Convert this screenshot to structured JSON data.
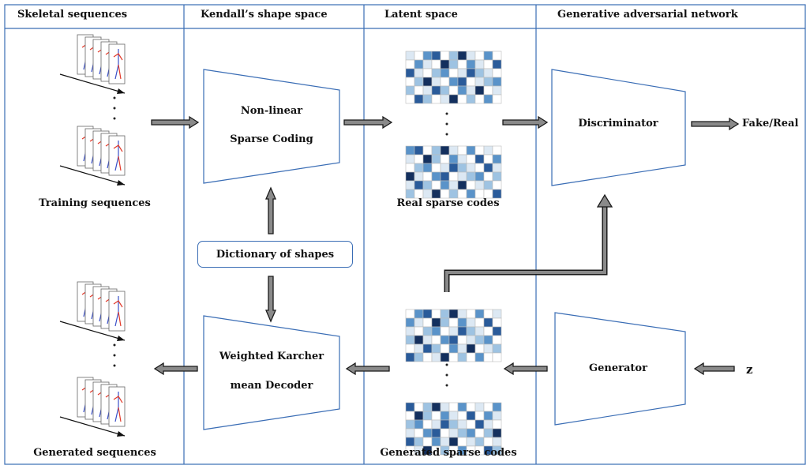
{
  "headers": {
    "skeletal": "Skeletal sequences",
    "kendall": "Kendall’s shape space",
    "latent": "Latent space",
    "gan": "Generative adversarial network"
  },
  "labels": {
    "training": "Training sequences",
    "generated_seq": "Generated sequences",
    "encoder_line1": "Non-linear",
    "encoder_line2": "Sparse Coding",
    "decoder_line1": "Weighted Karcher",
    "decoder_line2": "mean Decoder",
    "dictionary": "Dictionary of shapes",
    "real_codes": "Real sparse codes",
    "generated_codes": "Generated sparse codes",
    "discriminator": "Discriminator",
    "generator": "Generator",
    "fake_real": "Fake/Real",
    "z": "z"
  },
  "colors": {
    "border": "#3a6db5",
    "arrow_fill": "#8a8a8a",
    "arrow_stroke": "#1a1a1a",
    "code_palette": [
      "#ffffff",
      "#dce8f3",
      "#9ec3e2",
      "#5a93c9",
      "#2a5b9a",
      "#14305e"
    ],
    "skeleton_red": "#e23a2a",
    "skeleton_blue": "#3a4fc8"
  },
  "code_matrix": [
    [
      1,
      0,
      3,
      4,
      0,
      2,
      5,
      1,
      0,
      3,
      0
    ],
    [
      0,
      3,
      1,
      0,
      5,
      2,
      0,
      3,
      1,
      0,
      4
    ],
    [
      4,
      1,
      0,
      2,
      3,
      0,
      1,
      4,
      2,
      1,
      0
    ],
    [
      0,
      2,
      5,
      1,
      0,
      3,
      4,
      0,
      1,
      2,
      3
    ],
    [
      2,
      0,
      1,
      4,
      2,
      0,
      3,
      1,
      5,
      0,
      1
    ],
    [
      0,
      4,
      2,
      0,
      1,
      5,
      0,
      2,
      0,
      3,
      0
    ]
  ]
}
